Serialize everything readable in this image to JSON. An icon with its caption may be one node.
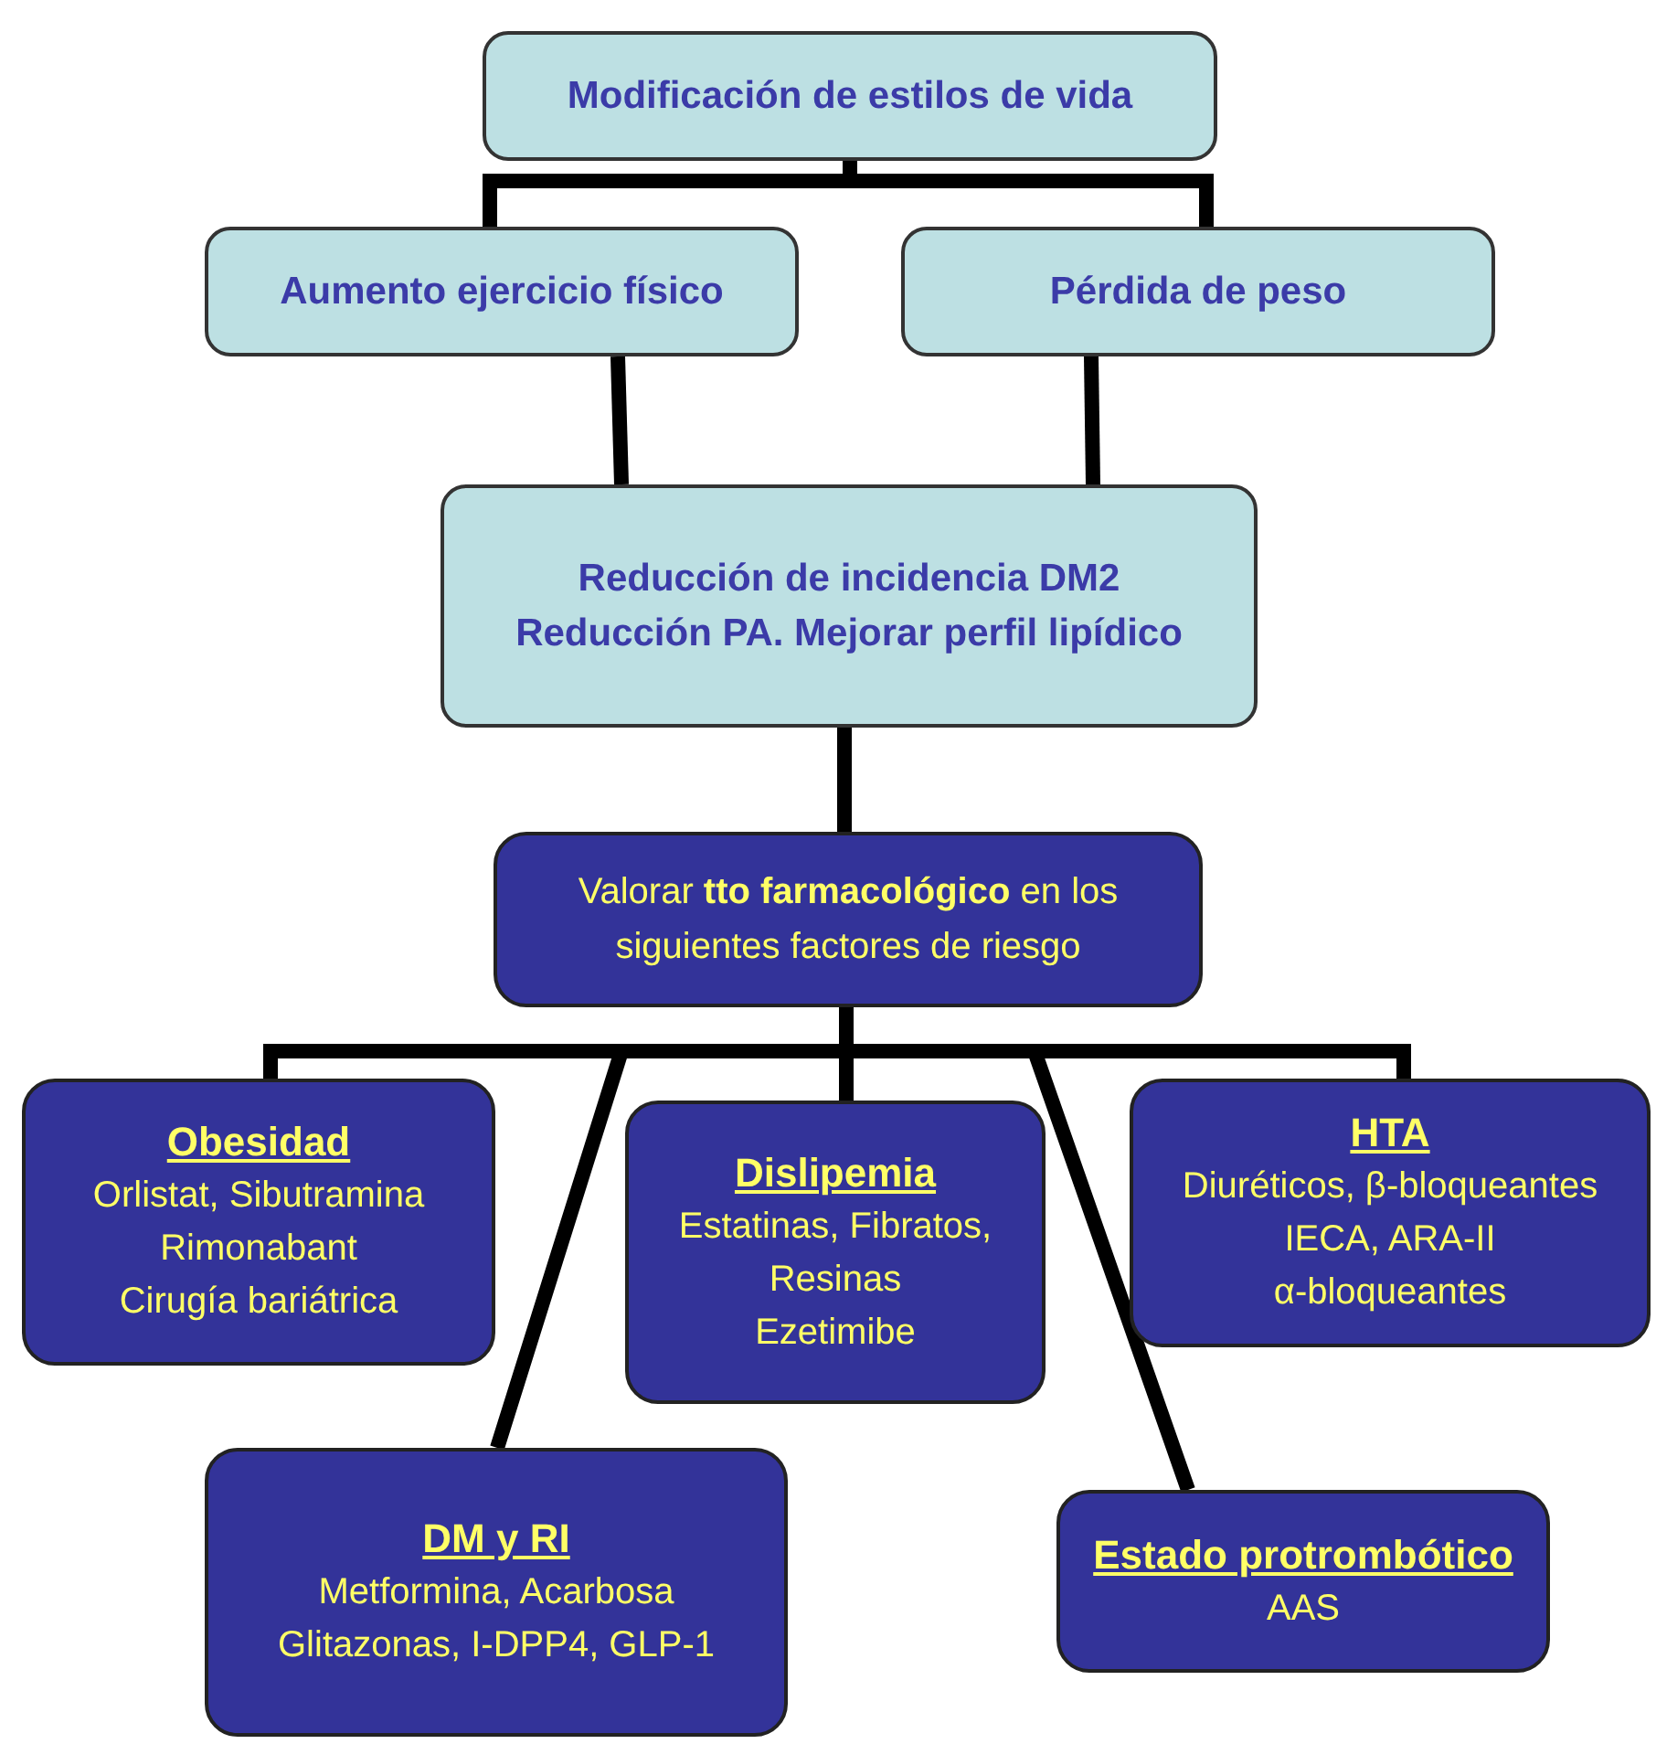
{
  "diagram": {
    "nodes": [
      {
        "text": [
          "Modificación de estilos de vida"
        ]
      },
      {
        "text": [
          "Aumento ejercicio físico"
        ]
      },
      {
        "text": [
          "Pérdida de peso"
        ]
      },
      {
        "text": [
          "Reducción de incidencia DM2 Reducción PA. Mejorar perfil lipídico"
        ]
      },
      {
        "text": [
          "Valorar **tto farmacológico** en los siguientes factores de riesgo"
        ]
      },
      {
        "text": [
          "Obesidad",
          "Orlistat, Sibutramina",
          "Rimonabant",
          "Cirugía bariátrica"
        ]
      },
      {
        "text": [
          "Dislipemia",
          "Estatinas, Fibratos, Resinas",
          "Ezetimibe"
        ]
      },
      {
        "text": [
          "HTA",
          "Diuréticos, β-bloqueantes",
          "IECA, ARA-II",
          "α-bloqueantes"
        ]
      },
      {
        "text": [
          "DM y RI",
          "Metformina, Acarbosa",
          "Glitazonas, I-DPP4, GLP-1"
        ]
      },
      {
        "text": [
          "Estado protrombótico",
          "AAS"
        ]
      }
    ],
    "edges": [
      {
        "from": 0,
        "to": 1,
        "arrow": "none"
      },
      {
        "from": 0,
        "to": 2,
        "arrow": "none"
      },
      {
        "from": 1,
        "to": 3,
        "arrow": "none"
      },
      {
        "from": 2,
        "to": 3,
        "arrow": "none"
      },
      {
        "from": 3,
        "to": 4,
        "arrow": "none"
      },
      {
        "from": 4,
        "to": 5,
        "arrow": "none"
      },
      {
        "from": 4,
        "to": 6,
        "arrow": "none"
      },
      {
        "from": 4,
        "to": 7,
        "arrow": "none"
      },
      {
        "from": 4,
        "to": 8,
        "arrow": "none"
      },
      {
        "from": 4,
        "to": 9,
        "arrow": "none"
      }
    ]
  }
}
